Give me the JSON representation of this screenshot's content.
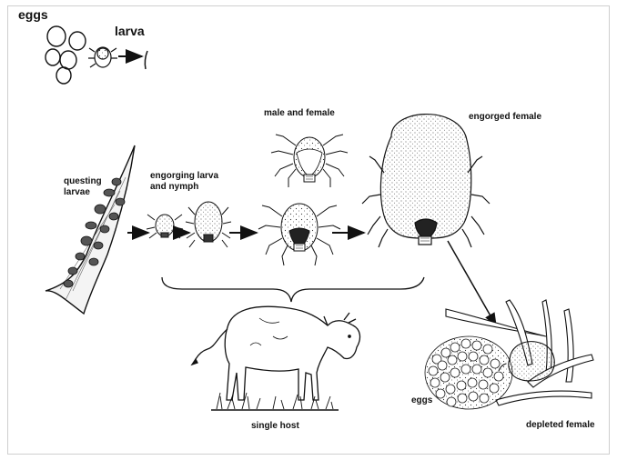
{
  "labels": {
    "eggs_top": "eggs",
    "larva": "larva",
    "questing_larvae": [
      "questing",
      "larvae"
    ],
    "engorging": [
      "engorging larva",
      "and nymph"
    ],
    "male_female": "male and female",
    "engorged_female": "engorged female",
    "single_host": "single host",
    "eggs_bottom": "eggs",
    "depleted_female": "depleted female"
  },
  "colors": {
    "ink": "#111111",
    "frame": "#cfcfcf"
  }
}
